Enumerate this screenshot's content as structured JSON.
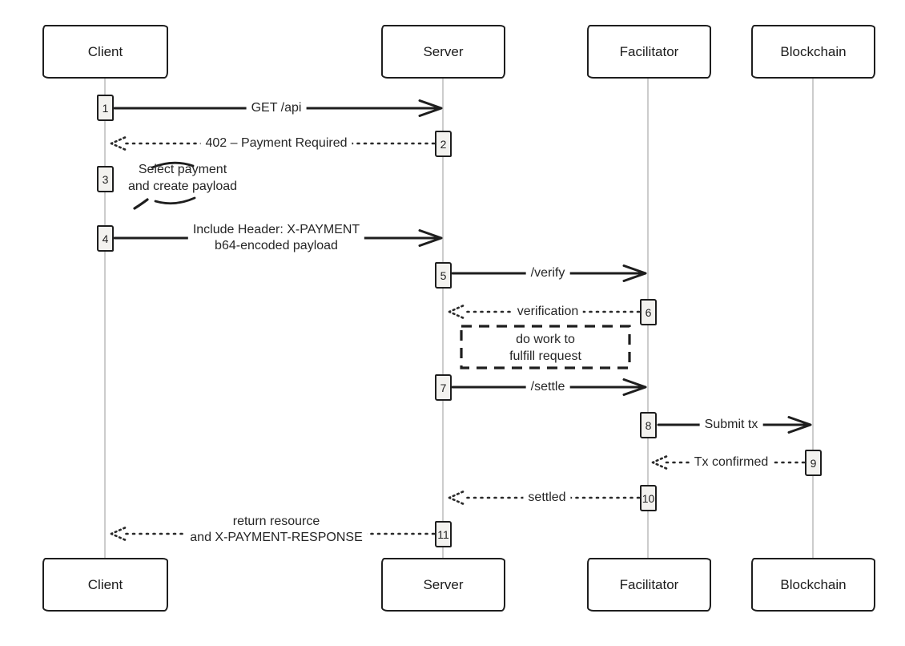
{
  "diagram_type": "sequence",
  "colors": {
    "ink": "#1e1e1e",
    "text": "#262626",
    "lifeline": "#bfbfbf",
    "activation_fill": "#f3f2ef",
    "background": "#ffffff"
  },
  "actors": [
    "Client",
    "Server",
    "Facilitator",
    "Blockchain"
  ],
  "messages": [
    {
      "seq": "1",
      "from": "Client",
      "to": "Server",
      "style": "solid",
      "label": "GET /api"
    },
    {
      "seq": "2",
      "from": "Server",
      "to": "Client",
      "style": "dotted",
      "label": "402 – Payment Required"
    },
    {
      "seq": "3",
      "from": "Client",
      "to": "Client",
      "style": "self",
      "label_line1": "Select payment",
      "label_line2": "and create payload"
    },
    {
      "seq": "4",
      "from": "Client",
      "to": "Server",
      "style": "solid",
      "label_line1": "Include Header: X-PAYMENT",
      "label_line2": "b64-encoded payload"
    },
    {
      "seq": "5",
      "from": "Server",
      "to": "Facilitator",
      "style": "solid",
      "label": "/verify"
    },
    {
      "seq": "6",
      "from": "Facilitator",
      "to": "Server",
      "style": "dotted",
      "label": "verification"
    },
    {
      "seq": "7",
      "from": "Server",
      "to": "Facilitator",
      "style": "solid",
      "label": "/settle"
    },
    {
      "seq": "8",
      "from": "Facilitator",
      "to": "Blockchain",
      "style": "solid",
      "label": "Submit tx"
    },
    {
      "seq": "9",
      "from": "Blockchain",
      "to": "Facilitator",
      "style": "dotted",
      "label": "Tx confirmed"
    },
    {
      "seq": "10",
      "from": "Facilitator",
      "to": "Server",
      "style": "dotted",
      "label": "settled"
    },
    {
      "seq": "11",
      "from": "Server",
      "to": "Client",
      "style": "dotted",
      "label_line1": "return resource",
      "label_line2": "and X-PAYMENT-RESPONSE"
    }
  ],
  "note": {
    "line1": "do work to",
    "line2": "fulfill request"
  }
}
